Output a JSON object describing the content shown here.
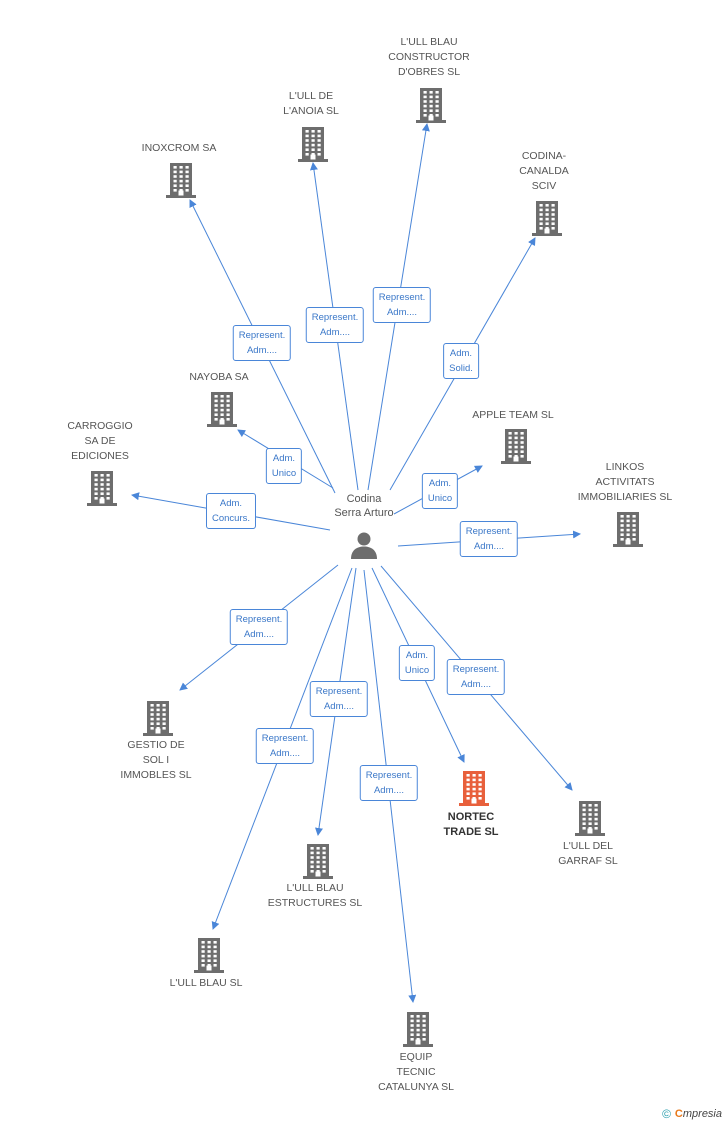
{
  "center": {
    "name_lines": [
      "Codina",
      "Serra Arturo"
    ],
    "icon": "person-icon"
  },
  "colors": {
    "edge": "#4a86d8",
    "node": "#6d6d6d",
    "highlight": "#e8603c",
    "relText": "#3a77c8"
  },
  "nodes": [
    {
      "id": "lull-blau-constructor",
      "lines": [
        "L'ULL BLAU",
        "CONSTRUCTOR",
        "D'OBRES SL"
      ]
    },
    {
      "id": "lull-de-lanoia",
      "lines": [
        "L'ULL DE",
        "L'ANOIA SL"
      ]
    },
    {
      "id": "inoxcrom",
      "lines": [
        "INOXCROM SA"
      ]
    },
    {
      "id": "codina-canalda",
      "lines": [
        "CODINA-",
        "CANALDA",
        "SCIV"
      ]
    },
    {
      "id": "nayoba",
      "lines": [
        "NAYOBA SA"
      ]
    },
    {
      "id": "carroggio",
      "lines": [
        "CARROGGIO",
        "SA DE",
        "EDICIONES"
      ]
    },
    {
      "id": "apple-team",
      "lines": [
        "APPLE TEAM SL"
      ]
    },
    {
      "id": "linkos",
      "lines": [
        "LINKOS",
        "ACTIVITATS",
        "IMMOBILIARIES SL"
      ]
    },
    {
      "id": "gestio-de-sol",
      "lines": [
        "GESTIO DE",
        "SOL I",
        "IMMOBLES SL"
      ]
    },
    {
      "id": "nortec-trade",
      "lines": [
        "NORTEC",
        "TRADE SL"
      ],
      "highlight": true
    },
    {
      "id": "lull-del-garraf",
      "lines": [
        "L'ULL DEL",
        "GARRAF SL"
      ]
    },
    {
      "id": "lull-blau-estructures",
      "lines": [
        "L'ULL BLAU",
        "ESTRUCTURES SL"
      ]
    },
    {
      "id": "lull-blau",
      "lines": [
        "L'ULL BLAU SL"
      ]
    },
    {
      "id": "equip-tecnic",
      "lines": [
        "EQUIP",
        "TECNIC",
        "CATALUNYA SL"
      ]
    }
  ],
  "relations": [
    {
      "target": "lull-blau-constructor",
      "lines": [
        "Represent.",
        "Adm...."
      ]
    },
    {
      "target": "lull-de-lanoia",
      "lines": [
        "Represent.",
        "Adm...."
      ]
    },
    {
      "target": "inoxcrom",
      "lines": [
        "Represent.",
        "Adm...."
      ]
    },
    {
      "target": "codina-canalda",
      "lines": [
        "Adm.",
        "Solid."
      ]
    },
    {
      "target": "nayoba",
      "lines": [
        "Adm.",
        "Unico"
      ]
    },
    {
      "target": "carroggio",
      "lines": [
        "Adm.",
        "Concurs."
      ]
    },
    {
      "target": "apple-team",
      "lines": [
        "Adm.",
        "Unico"
      ]
    },
    {
      "target": "linkos",
      "lines": [
        "Represent.",
        "Adm...."
      ]
    },
    {
      "target": "gestio-de-sol",
      "lines": [
        "Represent.",
        "Adm...."
      ]
    },
    {
      "target": "nortec-trade",
      "lines": [
        "Adm.",
        "Unico"
      ]
    },
    {
      "target": "lull-del-garraf",
      "lines": [
        "Represent.",
        "Adm...."
      ]
    },
    {
      "target": "lull-blau-estructures",
      "lines": [
        "Represent.",
        "Adm...."
      ]
    },
    {
      "target": "lull-blau",
      "lines": [
        "Represent.",
        "Adm...."
      ]
    },
    {
      "target": "equip-tecnic",
      "lines": [
        "Represent.",
        "Adm...."
      ]
    }
  ],
  "footer": {
    "copyright": "©",
    "brand_initial": "C",
    "brand_rest": "mpresia"
  }
}
